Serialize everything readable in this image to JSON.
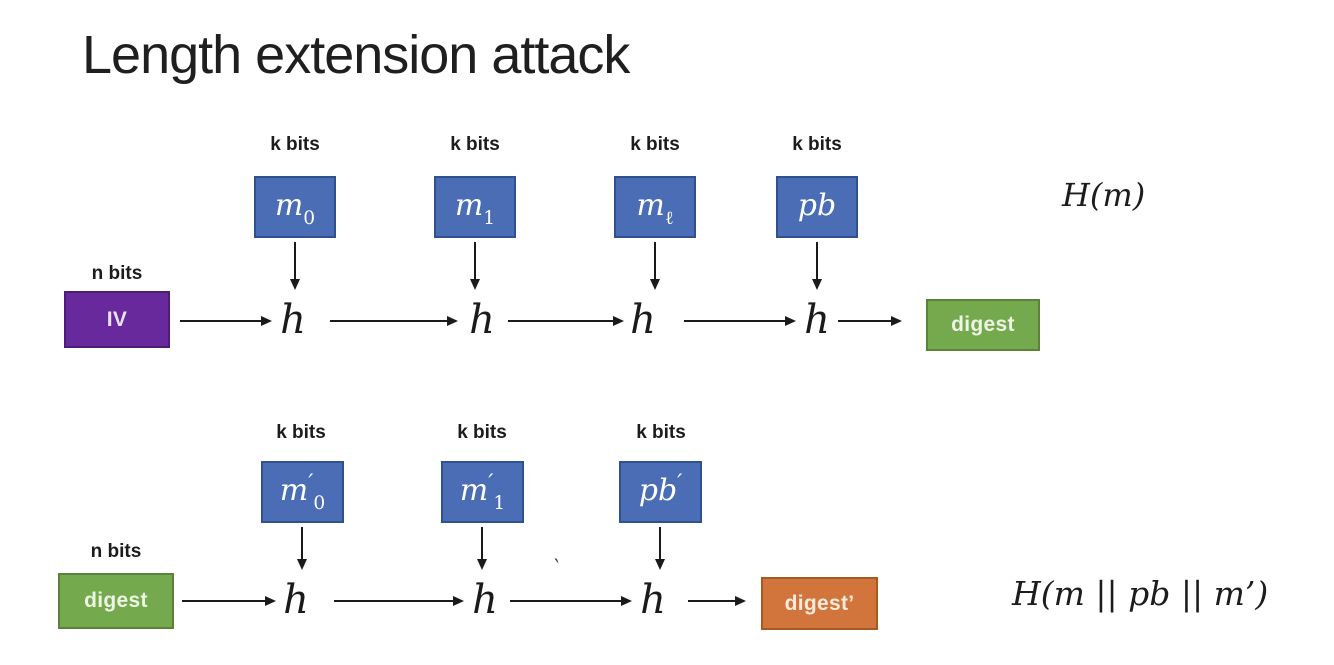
{
  "title": "Length extension attack",
  "colors": {
    "block_blue": "#4A6DB5",
    "block_blue_border": "#2F528F",
    "iv_purple": "#68299C",
    "iv_purple_border": "#4C1D77",
    "digest_green": "#74A94D",
    "digest_green_border": "#5A8238",
    "digest_orange": "#D1753C",
    "digest_orange_border": "#A55A22",
    "arrow_black": "#1A1A1A"
  },
  "artifact": {
    "cursor_mark": "‵"
  },
  "diagrams": [
    {
      "formula": "H(m)",
      "h_label": "h",
      "input": {
        "size_label": "n bits",
        "label": "IV"
      },
      "blocks": [
        {
          "size_label": "k bits",
          "base": "m",
          "prime": "",
          "sub": "0"
        },
        {
          "size_label": "k bits",
          "base": "m",
          "prime": "",
          "sub": "1"
        },
        {
          "size_label": "k bits",
          "base": "m",
          "prime": "",
          "sub": "ℓ"
        },
        {
          "size_label": "k bits",
          "base": "pb",
          "prime": "",
          "sub": ""
        }
      ],
      "output": {
        "label": "digest"
      }
    },
    {
      "formula": "H(m || pb || m’)",
      "h_label": "h",
      "input": {
        "size_label": "n bits",
        "label": "digest"
      },
      "blocks": [
        {
          "size_label": "k bits",
          "base": "m",
          "prime": "′",
          "sub": "0"
        },
        {
          "size_label": "k bits",
          "base": "m",
          "prime": "′",
          "sub": "1"
        },
        {
          "size_label": "k bits",
          "base": "pb",
          "prime": "′",
          "sub": ""
        }
      ],
      "output": {
        "label": "digest’"
      }
    }
  ]
}
